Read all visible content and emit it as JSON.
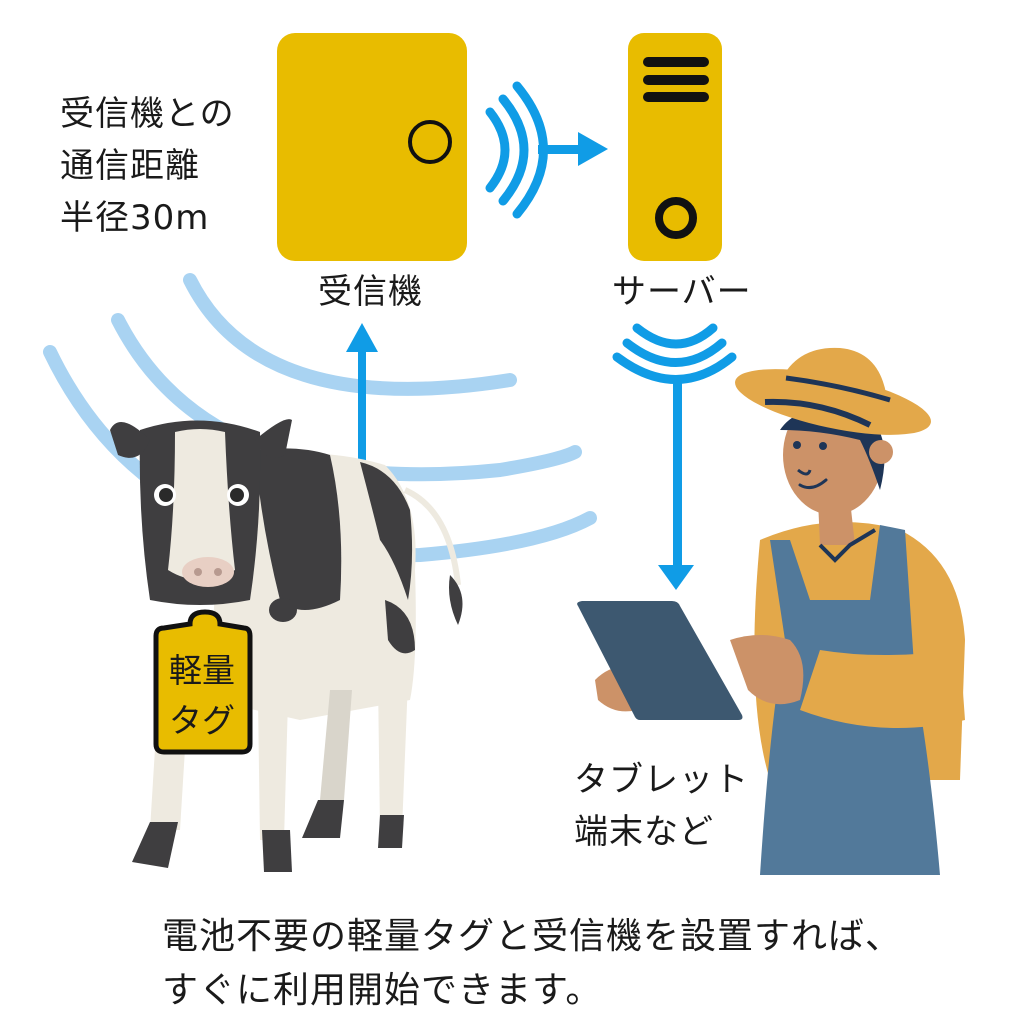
{
  "diagram": {
    "range_note": {
      "lines": [
        "受信機との",
        "通信距離",
        "半径30m"
      ]
    },
    "nodes": {
      "receiver": {
        "label": "受信機",
        "icon": "receiver-box-icon"
      },
      "server": {
        "label": "サーバー",
        "icon": "server-tower-icon"
      },
      "tablet": {
        "lines": [
          "タブレット",
          "端末など"
        ],
        "icon": "tablet-icon"
      },
      "tag": {
        "lines": [
          "軽量",
          "タグ"
        ],
        "icon": "ear-tag-icon"
      }
    },
    "flow": [
      {
        "from": "tag",
        "to": "receiver",
        "style": "arrow-up"
      },
      {
        "from": "receiver",
        "to": "server",
        "style": "wireless-arrow-right"
      },
      {
        "from": "server",
        "to": "tablet",
        "style": "wireless-arrow-down"
      }
    ],
    "illustrations": [
      "holstein-cow",
      "farmer-with-hat-and-overalls"
    ],
    "caption": {
      "lines": [
        "電池不要の軽量タグと受信機を設置すれば、",
        "すぐに利用開始できます。"
      ]
    }
  },
  "colors": {
    "device_yellow": "#E8BC00",
    "arrow_blue": "#109CE6",
    "signal_light_blue": "#A9D3F2",
    "cow_dark": "#3F3E40",
    "cow_light": "#EEEAE0",
    "farmer_shirt": "#E3A84A",
    "farmer_overalls": "#52799A",
    "tablet_dark": "#3D5870",
    "skin": "#CC9268",
    "outline_navy": "#1E3557"
  }
}
